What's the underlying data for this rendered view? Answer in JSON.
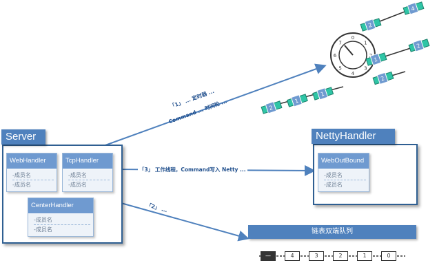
{
  "server": {
    "title": "Server",
    "web_handler": {
      "name": "WebHandler",
      "fields": [
        "-成员名",
        "-成员名"
      ]
    },
    "tcp_handler": {
      "name": "TcpHandler",
      "fields": [
        "-成员名",
        "-成员名"
      ]
    },
    "center_handler": {
      "name": "CenterHandler",
      "fields": [
        "-成员名",
        "-成员名"
      ]
    }
  },
  "netty": {
    "title": "NettyHandler",
    "web_out_bound": {
      "name": "WebOutBound",
      "fields": [
        "-成员名",
        "-成员名"
      ]
    }
  },
  "arrows": {
    "a1": "「1」 ... 定时器 ...",
    "a1b": "Command ... 时间轮 ...",
    "a2": "「3」 工作线程，Command写入 Netty ...",
    "a3": "「2」 ..."
  },
  "queue": {
    "title": "链表双端队列",
    "nodes": [
      "",
      "4",
      "3",
      "2",
      "1",
      "0"
    ]
  },
  "wheel": {
    "ticks": [
      "0",
      "1",
      "2",
      "3",
      "4",
      "5",
      "6",
      "7"
    ],
    "chains": [
      {
        "labels": [
          "2",
          "4"
        ]
      },
      {
        "labels": [
          "1",
          "2"
        ]
      },
      {
        "labels": [
          "2"
        ]
      },
      {
        "labels": [
          "2",
          "1",
          "1"
        ]
      }
    ]
  },
  "colors": {
    "frame_border": "#2f5f92",
    "class_header": "#6f9ad0",
    "task_fill": "#2fc5a6",
    "arrow": "#4f81bd"
  }
}
